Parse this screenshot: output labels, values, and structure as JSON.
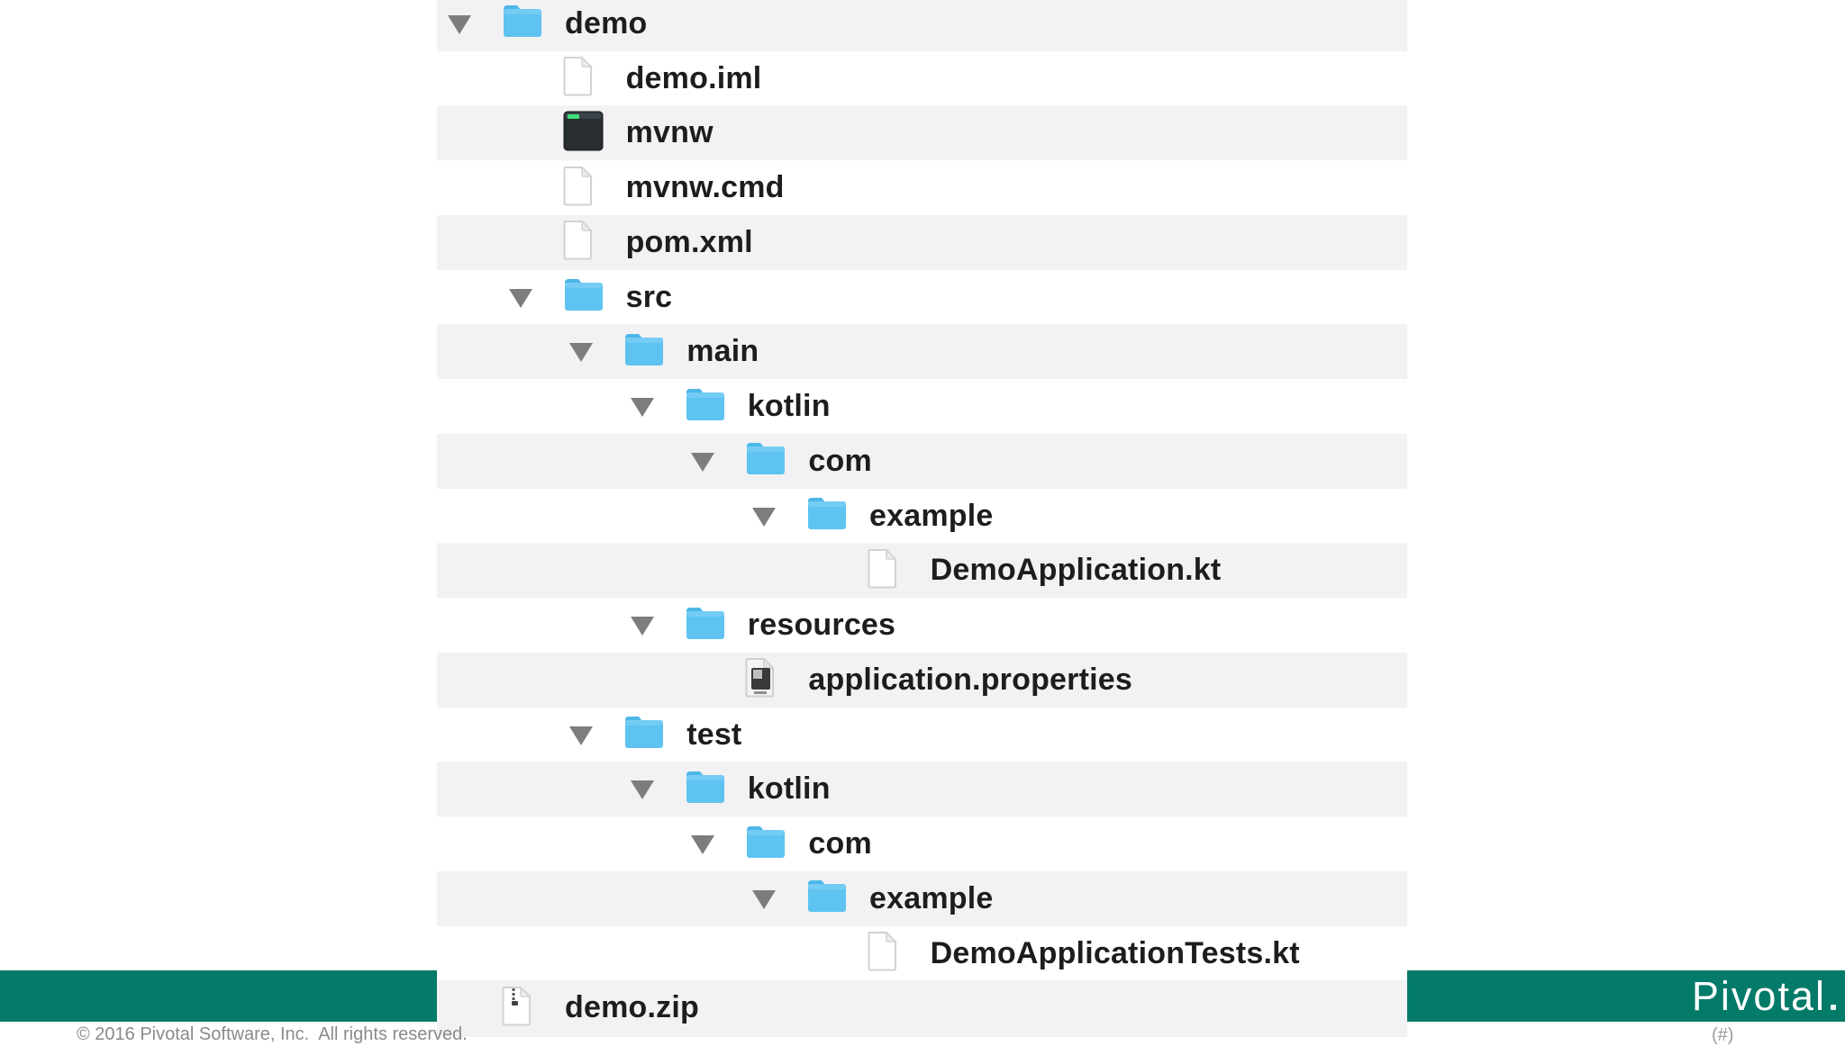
{
  "file_tree": {
    "rows": [
      {
        "label": "demo",
        "level": 0,
        "kind": "folder",
        "expanded": true
      },
      {
        "label": "demo.iml",
        "level": 1,
        "kind": "document"
      },
      {
        "label": "mvnw",
        "level": 1,
        "kind": "terminal"
      },
      {
        "label": "mvnw.cmd",
        "level": 1,
        "kind": "document"
      },
      {
        "label": "pom.xml",
        "level": 1,
        "kind": "document"
      },
      {
        "label": "src",
        "level": 1,
        "kind": "folder",
        "expanded": true
      },
      {
        "label": "main",
        "level": 2,
        "kind": "folder",
        "expanded": true
      },
      {
        "label": "kotlin",
        "level": 3,
        "kind": "folder",
        "expanded": true
      },
      {
        "label": "com",
        "level": 4,
        "kind": "folder",
        "expanded": true
      },
      {
        "label": "example",
        "level": 5,
        "kind": "folder",
        "expanded": true
      },
      {
        "label": "DemoApplication.kt",
        "level": 6,
        "kind": "document"
      },
      {
        "label": "resources",
        "level": 3,
        "kind": "folder",
        "expanded": true
      },
      {
        "label": "application.properties",
        "level": 4,
        "kind": "properties"
      },
      {
        "label": "test",
        "level": 2,
        "kind": "folder",
        "expanded": true
      },
      {
        "label": "kotlin",
        "level": 3,
        "kind": "folder",
        "expanded": true
      },
      {
        "label": "com",
        "level": 4,
        "kind": "folder",
        "expanded": true
      },
      {
        "label": "example",
        "level": 5,
        "kind": "folder",
        "expanded": true
      },
      {
        "label": "DemoApplicationTests.kt",
        "level": 6,
        "kind": "document"
      },
      {
        "label": "demo.zip",
        "level": 0,
        "kind": "zip"
      }
    ],
    "icon_names": {
      "folder": "folder-icon",
      "document": "document-icon",
      "terminal": "terminal-file-icon",
      "properties": "properties-file-icon",
      "zip": "zip-file-icon"
    }
  },
  "footer": {
    "copyright": "© 2016 Pivotal Software, Inc.  All rights reserved.",
    "slide_number_placeholder": "(#)",
    "logo_text": "Pivotal"
  },
  "colors": {
    "footer_bar": "#047a68",
    "folder_blue": "#5ec3f0",
    "folder_tab_blue": "#4db7e8",
    "stripe_gray": "#f2f1f3",
    "triangle_gray": "#7d7d7d",
    "label_text": "#1d1d1f",
    "copyright_gray": "#8a8a8a",
    "terminal_dark": "#272d31",
    "terminal_green": "#3fe07c"
  }
}
